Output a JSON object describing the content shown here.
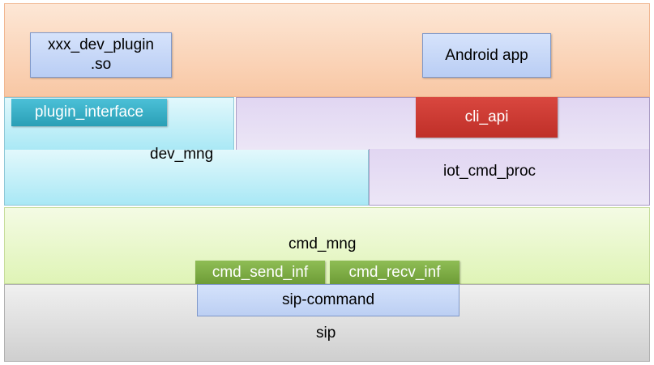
{
  "diagram": {
    "app_layer": {
      "plugin_so": {
        "line1": "xxx_dev_plugin",
        "line2": ".so"
      },
      "android_app": "Android app"
    },
    "dev_mng": {
      "label": "dev_mng",
      "plugin_interface": "plugin_interface"
    },
    "iot_cmd_proc": {
      "label": "iot_cmd_proc",
      "cli_api": "cli_api"
    },
    "cmd_mng": {
      "label": "cmd_mng",
      "send": "cmd_send_inf",
      "recv": "cmd_recv_inf"
    },
    "sip": {
      "label": "sip",
      "command": "sip-command"
    }
  }
}
